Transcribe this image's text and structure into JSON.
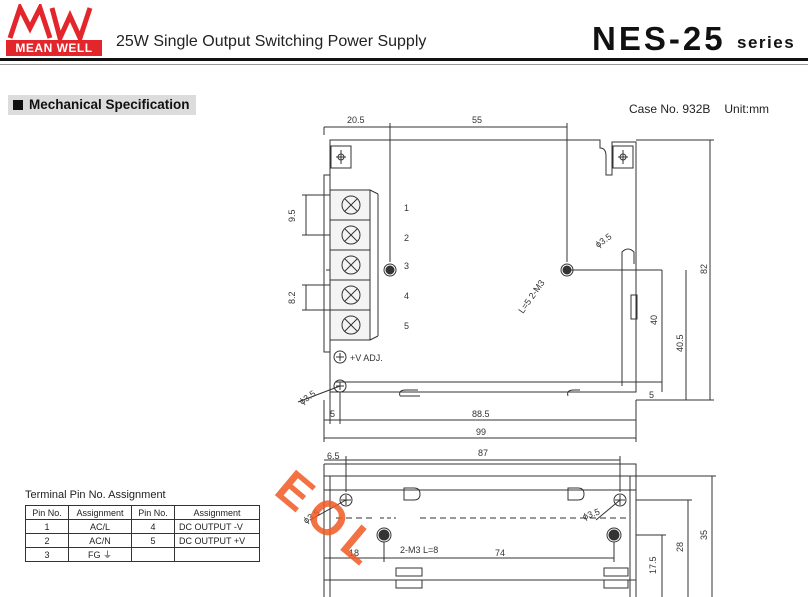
{
  "header": {
    "brand": "MEAN WELL",
    "subtitle": "25W Single Output Switching Power Supply",
    "model": "NES-25",
    "series_word": "series"
  },
  "section": {
    "title": "Mechanical Specification",
    "case_no": "Case No. 932B",
    "unit": "Unit:mm"
  },
  "top_view": {
    "dims": {
      "d_20_5": "20.5",
      "d_55": "55",
      "d_9_5": "9.5",
      "d_8_2": "8.2",
      "d_82": "82",
      "d_40": "40",
      "d_40_5": "40.5",
      "d_5_right": "5",
      "d_5_left": "5",
      "d_88_5": "88.5",
      "d_99": "99",
      "hole_top": "ϕ3.5",
      "hole_left": "ϕ3.5",
      "screw_note": "L=5  2-M3"
    },
    "terminal_numbers": [
      "1",
      "2",
      "3",
      "4",
      "5"
    ],
    "vadj_label": "+V ADJ."
  },
  "side_view": {
    "dims": {
      "d_6_5": "6.5",
      "d_87": "87",
      "hole_left": "ϕ3.5",
      "hole_right": "ϕ3.5",
      "d_18": "18",
      "screw_note": "2-M3  L=8",
      "d_74": "74",
      "d_17_5": "17.5",
      "d_28": "28",
      "d_35": "35"
    }
  },
  "pin_table": {
    "caption": "Terminal Pin No.  Assignment",
    "headers": [
      "Pin No.",
      "Assignment",
      "Pin No.",
      "Assignment"
    ],
    "rows": [
      [
        "1",
        "AC/L",
        "4",
        "DC OUTPUT -V"
      ],
      [
        "2",
        "AC/N",
        "5",
        "DC OUTPUT +V"
      ],
      [
        "3",
        "FG ⏚",
        "",
        ""
      ]
    ]
  },
  "watermark_text": "EOL",
  "colors": {
    "brand_red": "#e3262b",
    "watermark": "#f15a24"
  }
}
